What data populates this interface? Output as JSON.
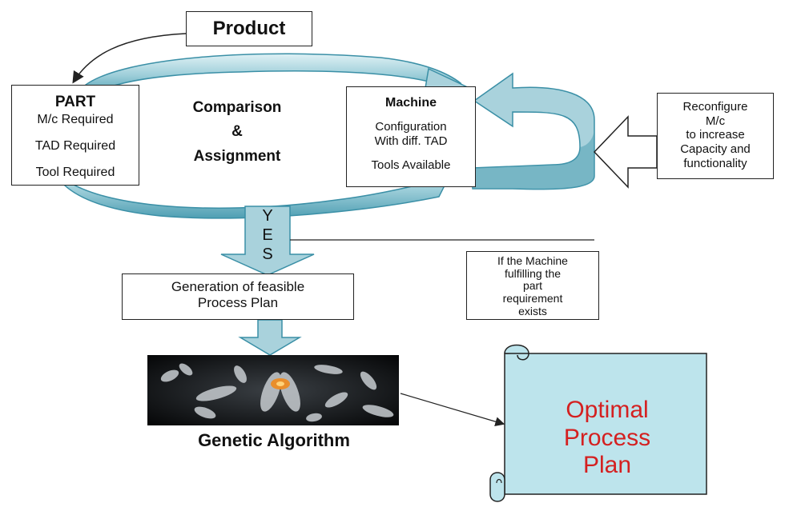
{
  "product": "Product",
  "part": {
    "title": "PART",
    "lines": [
      "M/c Required",
      "TAD Required",
      "Tool Required"
    ]
  },
  "comparison": {
    "line1": "Comparison",
    "line2": "&",
    "line3": "Assignment"
  },
  "machine": {
    "title": "Machine",
    "lines": [
      "Configuration",
      "With diff. TAD",
      "Tools Available"
    ]
  },
  "reconfigure": {
    "lines": [
      "Reconfigure",
      "M/c",
      "to increase",
      "Capacity and",
      "functionality"
    ]
  },
  "yes_letters": [
    "Y",
    "E",
    "S"
  ],
  "generation": {
    "lines": [
      "Generation of feasible",
      "Process Plan"
    ]
  },
  "condition": {
    "lines": [
      "If the Machine",
      "fulfilling the",
      "part",
      "requirement",
      "exists"
    ]
  },
  "ga_label": "Genetic Algorithm",
  "optimal": {
    "lines": [
      "Optimal",
      "Process",
      "Plan"
    ]
  },
  "colors": {
    "flow_fill": "#a9d2dc",
    "flow_dark": "#2f8aa3",
    "scroll_fill": "#bde4ec",
    "optimal_text": "#d42020",
    "outline": "#222222"
  }
}
